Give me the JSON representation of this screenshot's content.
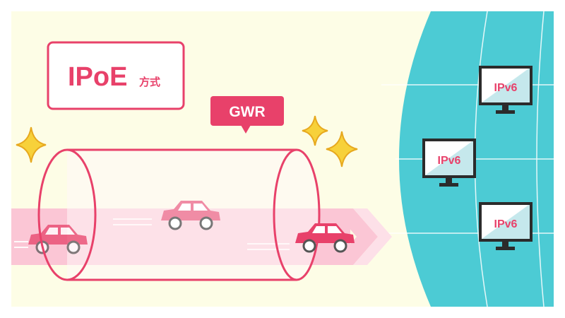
{
  "diagram": {
    "title_main": "IPoE",
    "title_suffix": "方式",
    "tunnel_label": "GWR",
    "ipv6_labels": [
      "IPv6",
      "IPv6",
      "IPv6"
    ],
    "colors": {
      "background": "#fdfde6",
      "accent_pink": "#e8416a",
      "road_pink": "#fbc6d5",
      "globe_teal": "#4ccbd4",
      "sparkle_yellow": "#f7d13a",
      "monitor_screen": "#d9eff1",
      "monitor_frame": "#2b2b2b"
    },
    "icons": [
      "sparkle-icon",
      "car-icon",
      "monitor-icon",
      "chevron-right-icon"
    ]
  }
}
